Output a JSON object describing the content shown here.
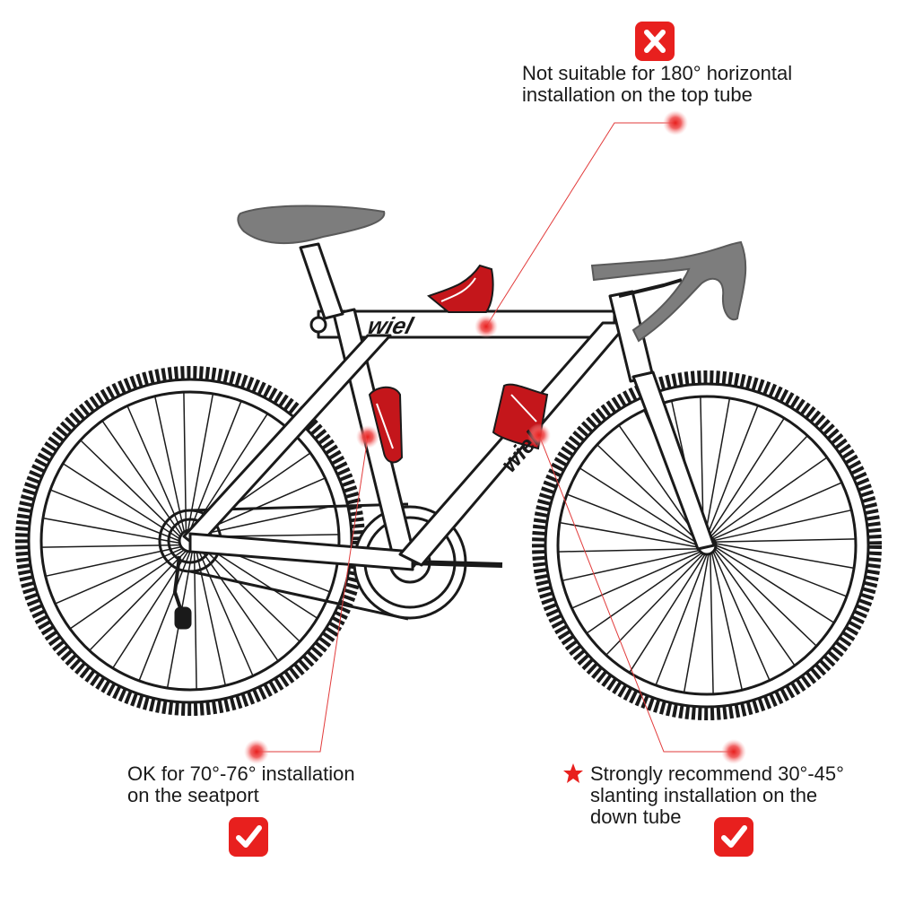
{
  "annotations": {
    "top_tube": {
      "status": "not-recommended",
      "status_icon": "x-mark-icon",
      "lines": [
        "Not suitable for 180° horizontal",
        "installation on the top tube"
      ]
    },
    "seat_tube": {
      "status": "ok",
      "status_icon": "checkmark-icon",
      "lines": [
        "OK for 70°-76° installation",
        "on the seatport"
      ]
    },
    "down_tube": {
      "status": "recommended",
      "status_icon": "checkmark-icon",
      "marker_icon": "star-icon",
      "lines": [
        "Strongly recommend 30°-45°",
        "slanting installation on the",
        "down tube"
      ]
    }
  },
  "frame_logo": "wiel",
  "colors": {
    "accent": "#e8201e",
    "leader_line": "#e23b3b",
    "frame_line": "#1a1a1a",
    "saddle": "#7d7d7d",
    "background": "#ffffff"
  }
}
